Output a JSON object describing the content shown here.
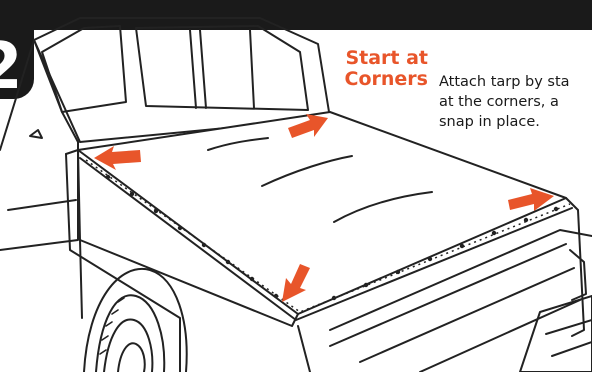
{
  "step": {
    "number": "2"
  },
  "heading": {
    "line1": "Start at",
    "line2": "Corners"
  },
  "instructions": {
    "line1": "Attach tarp by sta",
    "line2": "at the corners, a",
    "line3": "snap in place."
  },
  "colors": {
    "accent": "#e8552a",
    "header": "#1a1a1a",
    "line": "#222222"
  },
  "icons": {
    "arrow": "arrow-icon"
  }
}
